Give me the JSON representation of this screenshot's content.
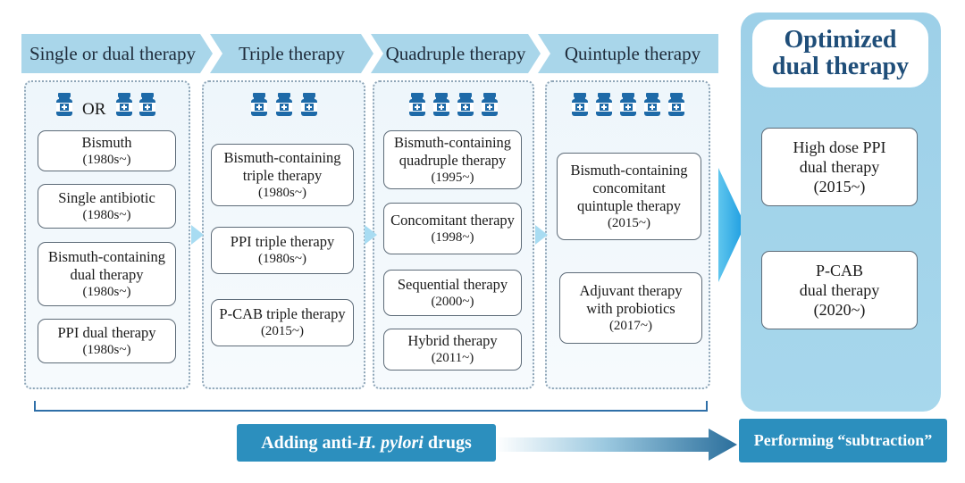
{
  "columns": [
    {
      "header": "Single or dual therapy",
      "or_label": "OR",
      "boxes": [
        {
          "name": "Bismuth",
          "year": "(1980s~)"
        },
        {
          "name": "Single antibiotic",
          "year": "(1980s~)"
        },
        {
          "name": "Bismuth-containing dual therapy",
          "year": "(1980s~)"
        },
        {
          "name": "PPI dual therapy",
          "year": "(1980s~)"
        }
      ]
    },
    {
      "header": "Triple therapy",
      "boxes": [
        {
          "name": "Bismuth-containing triple therapy",
          "year": "(1980s~)"
        },
        {
          "name": "PPI triple therapy",
          "year": "(1980s~)"
        },
        {
          "name": "P-CAB triple therapy",
          "year": "(2015~)"
        }
      ]
    },
    {
      "header": "Quadruple therapy",
      "boxes": [
        {
          "name": "Bismuth-containing quadruple therapy",
          "year": "(1995~)"
        },
        {
          "name": "Concomitant therapy",
          "year": "(1998~)"
        },
        {
          "name": "Sequential therapy",
          "year": "(2000~)"
        },
        {
          "name": "Hybrid therapy",
          "year": "(2011~)"
        }
      ]
    },
    {
      "header": "Quintuple therapy",
      "boxes": [
        {
          "name": "Bismuth-containing concomitant quintuple therapy",
          "year": "(2015~)"
        },
        {
          "name": "Adjuvant therapy with probiotics",
          "year": "(2017~)"
        }
      ]
    }
  ],
  "optimized": {
    "title_line1": "Optimized",
    "title_line2": "dual therapy",
    "boxes": [
      {
        "line1": "High dose PPI",
        "line2": "dual therapy",
        "year": "(2015~)"
      },
      {
        "line1": "P-CAB",
        "line2": "dual therapy",
        "year": "(2020~)"
      }
    ]
  },
  "footer": {
    "adding_prefix": "Adding anti-",
    "adding_italic": "H. pylori",
    "adding_suffix": " drugs",
    "performing": "Performing “subtraction”"
  },
  "colors": {
    "header_bar": "#a9d6ea",
    "panel": "#9dd0e8",
    "dark_blue": "#2c8fbe",
    "title_blue": "#1f4e79",
    "bottle": "#1e6aa8"
  },
  "icons": {
    "bottle": "medicine-bottle-icon"
  }
}
